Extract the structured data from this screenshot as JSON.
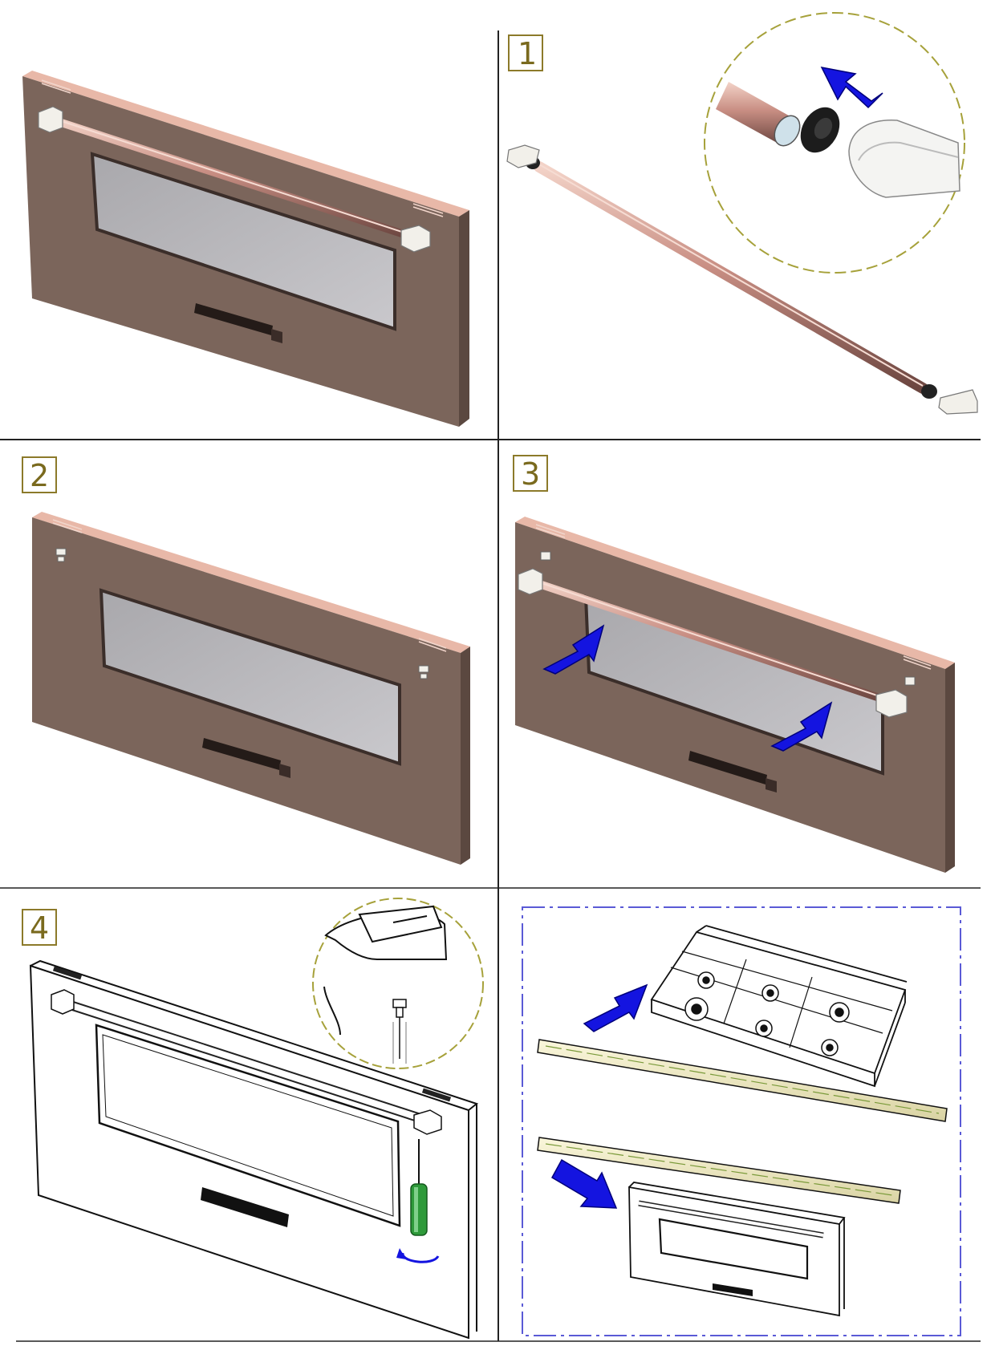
{
  "colors": {
    "door_panel": "#7b655b",
    "door_edge": "#e8b8a8",
    "door_shadow": "#5b4840",
    "glass": "#b9b8bb",
    "handle_copper": "#c98f84",
    "step_box": "#8c7a2a",
    "detail_circle": "#a6a13a",
    "arrow": "#1414e0",
    "frame_dash": "#5a5ad6",
    "divider": "#222222",
    "screwdriver": "#2e9a3a"
  },
  "steps": {
    "s1": "1",
    "s2": "2",
    "s3": "3",
    "s4": "4"
  },
  "icons": {
    "arrow": "blue-arrow-icon",
    "screwdriver": "screwdriver-icon",
    "rotate": "rotate-icon"
  }
}
